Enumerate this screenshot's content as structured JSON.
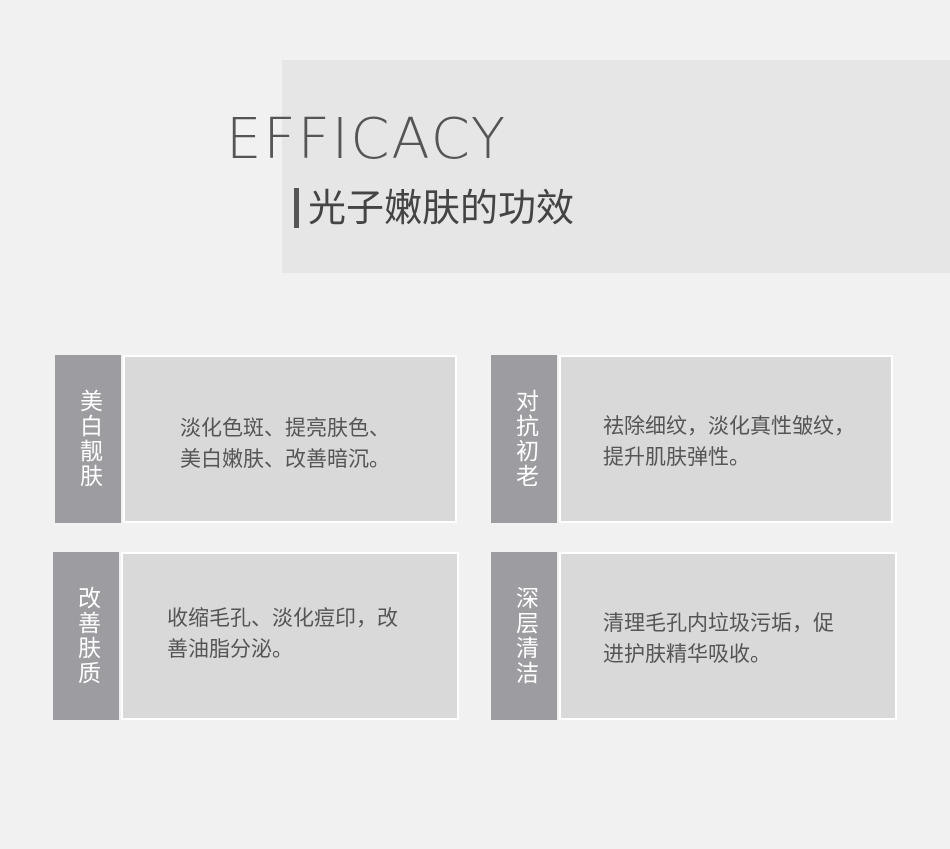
{
  "header": {
    "english_title": "EFFICACY",
    "chinese_title": "光子嫩肤的功效"
  },
  "cards": [
    {
      "tag": "美白靓肤",
      "description_line1": "淡化色斑、提亮肤色、",
      "description_line2": "美白嫩肤、改善暗沉。"
    },
    {
      "tag": "对抗初老",
      "description_line1": "祛除细纹，淡化真性皱纹，",
      "description_line2": "提升肌肤弹性。"
    },
    {
      "tag": "改善肤质",
      "description_line1": "收缩毛孔、淡化痘印，改",
      "description_line2": "善油脂分泌。"
    },
    {
      "tag": "深层清洁",
      "description_line1": "清理毛孔内垃圾污垢，促",
      "description_line2": "进护肤精华吸收。"
    }
  ],
  "colors": {
    "page_background": "#f1f1f1",
    "header_band": "#e6e6e6",
    "tag_background": "#9d9ca1",
    "card_background": "#d9d9d9",
    "card_border": "#ffffff",
    "text": "#555555"
  }
}
